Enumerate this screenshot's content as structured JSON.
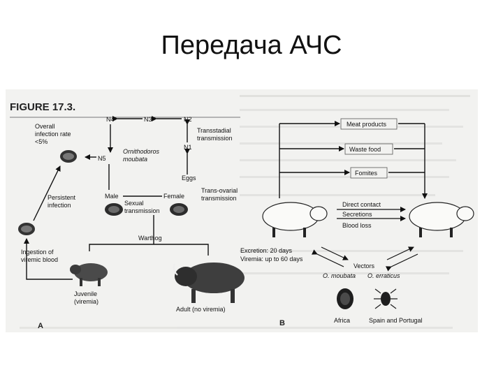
{
  "slide": {
    "title": "Передача АЧС"
  },
  "figure": {
    "heading": "FIGURE 17.3.",
    "panel_a": {
      "letter": "A",
      "overall_rate_line1": "Overall",
      "overall_rate_line2": "infection rate",
      "overall_rate_line3": "<5%",
      "n4": "N4",
      "n3": "N3",
      "n2": "N2",
      "n1": "N1",
      "n5": "N5",
      "transstadial_line1": "Transstadial",
      "transstadial_line2": "transmission",
      "tick_species_line1": "Ornithodoros",
      "tick_species_line2": "moubata",
      "eggs": "Eggs",
      "male": "Male",
      "female": "Female",
      "transovarial_line1": "Trans-ovarial",
      "transovarial_line2": "transmission",
      "sexual_line1": "Sexual",
      "sexual_line2": "transmission",
      "persistent_line1": "Persistent",
      "persistent_line2": "infection",
      "ingestion_line1": "Ingestion of",
      "ingestion_line2": "viremic blood",
      "warthog": "Warthog",
      "juvenile_line1": "Juvenile",
      "juvenile_line2": "(viremia)",
      "adult": "Adult (no viremia)"
    },
    "panel_b": {
      "letter": "B",
      "meat_products": "Meat products",
      "waste_food": "Waste food",
      "fomites": "Fomites",
      "direct_contact": "Direct contact",
      "secretions": "Secretions",
      "blood_loss": "Blood loss",
      "excretion": "Excretion: 20 days",
      "viremia": "Viremia: up to 60 days",
      "vectors": "Vectors",
      "o_moubata": "O. moubata",
      "o_erraticus": "O. erraticus",
      "africa": "Africa",
      "spain_portugal": "Spain and Portugal"
    }
  },
  "colors": {
    "figure_bg": "#f2f2f0",
    "ink": "#111111",
    "ghost_text": "#c9c9c6"
  }
}
